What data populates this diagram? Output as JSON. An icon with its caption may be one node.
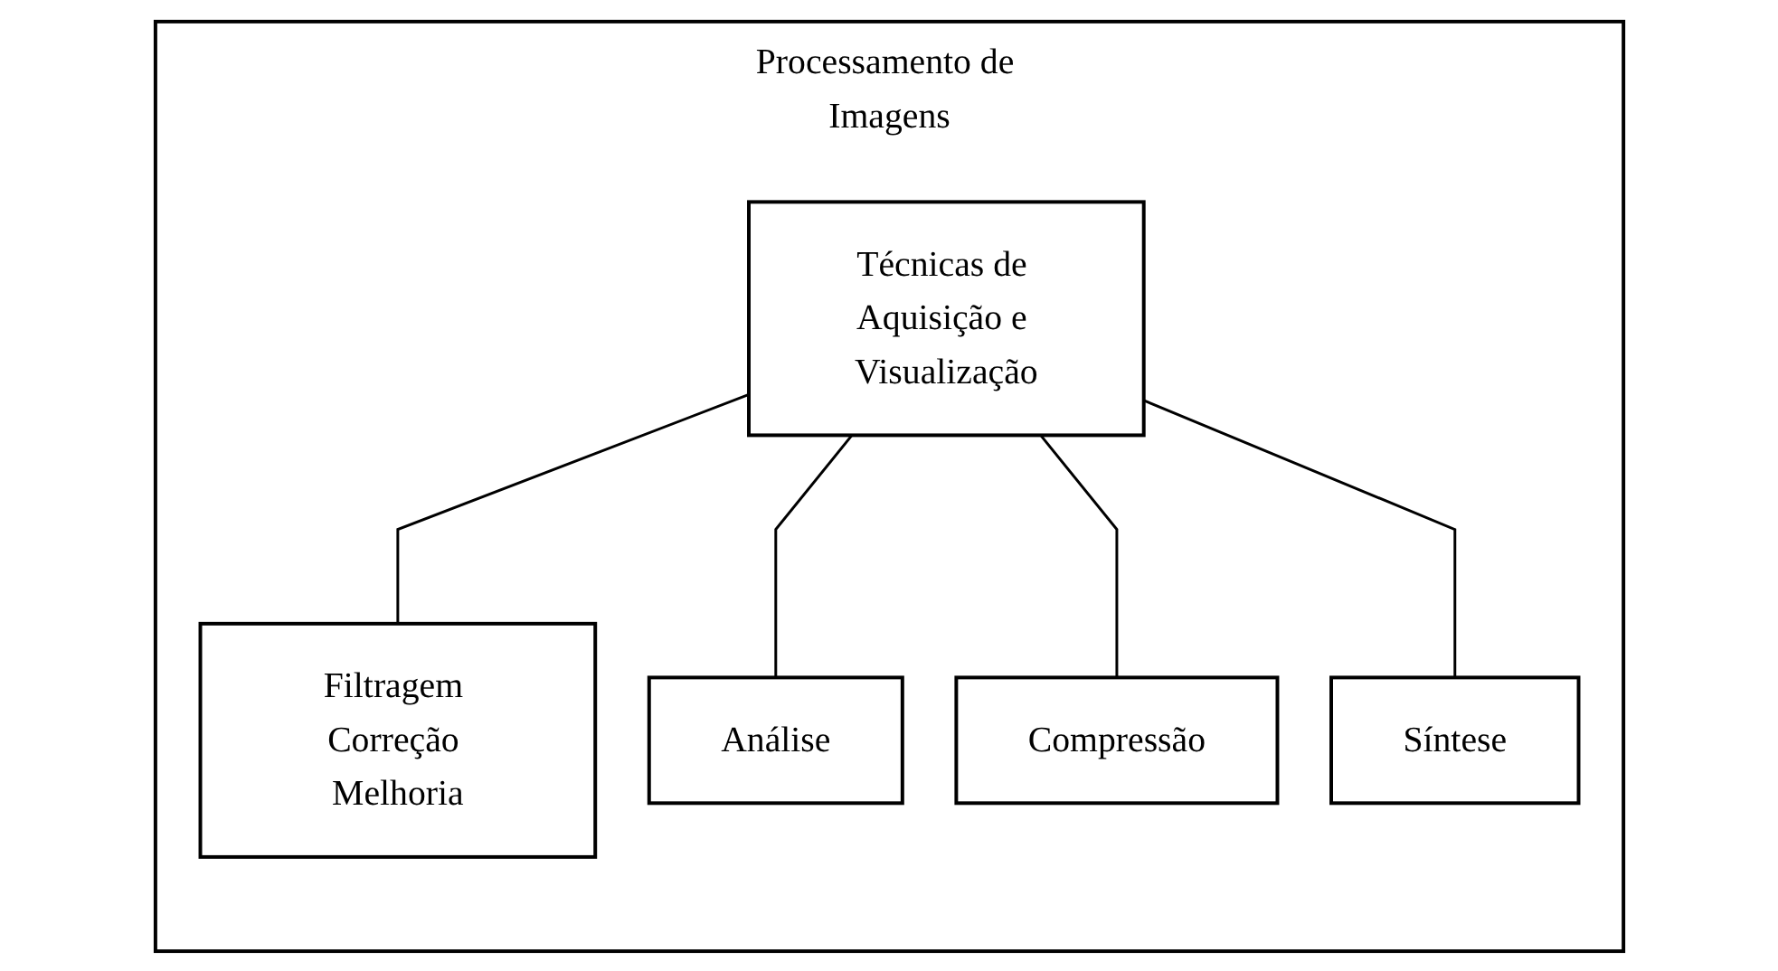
{
  "diagram": {
    "nodes": [
      {
        "text": [
          "Processamento de Imagens"
        ]
      },
      {
        "text": [
          "Técnicas de Aquisição e Visualização"
        ],
        "in": 0
      },
      {
        "text": [
          "Filtragem Correção Melhoria"
        ],
        "in": 0
      },
      {
        "text": [
          "Análise"
        ],
        "in": 0
      },
      {
        "text": [
          "Compressão"
        ],
        "in": 0
      },
      {
        "text": [
          "Síntese"
        ],
        "in": 0
      }
    ],
    "edges": [
      {
        "from": 1,
        "to": 2,
        "arrow": "none"
      },
      {
        "from": 1,
        "to": 3,
        "arrow": "none"
      },
      {
        "from": 1,
        "to": 4,
        "arrow": "none"
      },
      {
        "from": 1,
        "to": 5,
        "arrow": "none"
      }
    ]
  }
}
